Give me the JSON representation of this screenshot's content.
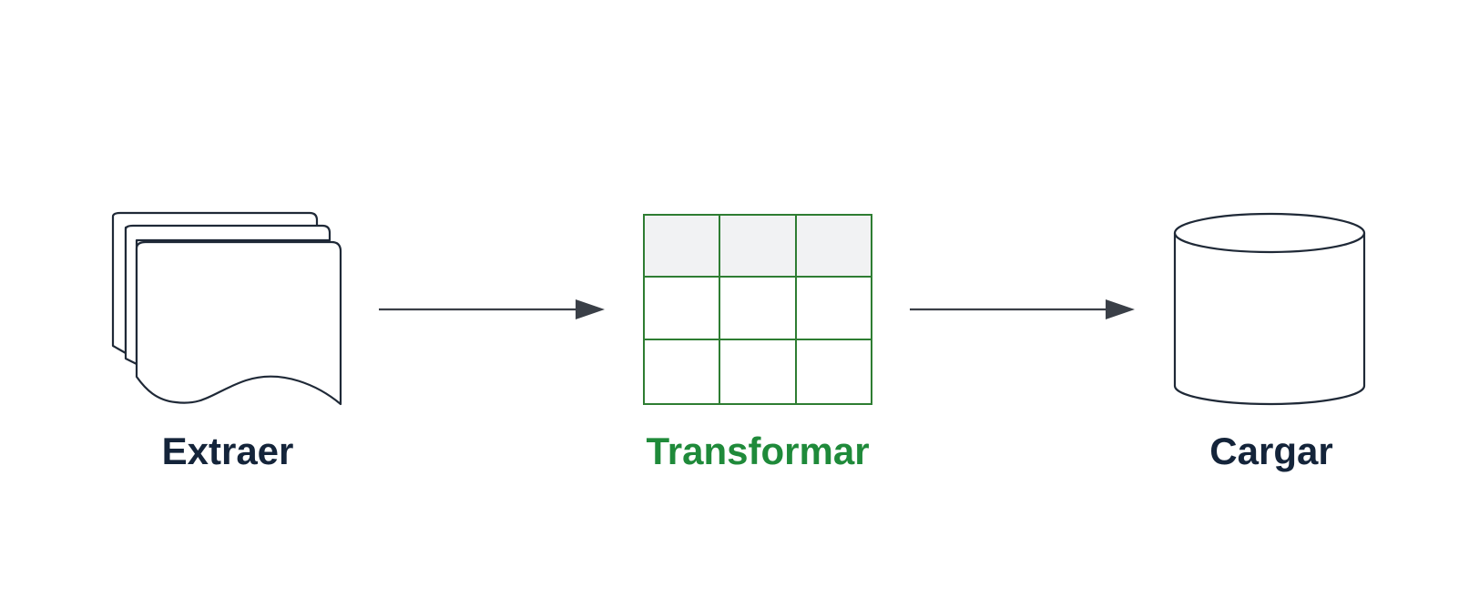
{
  "stages": [
    {
      "label": "Extraer",
      "icon": "stacked-documents-icon"
    },
    {
      "label": "Transformar",
      "icon": "table-grid-icon"
    },
    {
      "label": "Cargar",
      "icon": "database-cylinder-icon"
    }
  ],
  "colors": {
    "background": "#ffffff",
    "label_default": "#14243a",
    "label_highlight": "#1f8a3a",
    "table_stroke": "#2e7d32",
    "table_header_fill": "#f1f2f3",
    "outline": "#1f2937",
    "arrow": "#3a3f47"
  }
}
